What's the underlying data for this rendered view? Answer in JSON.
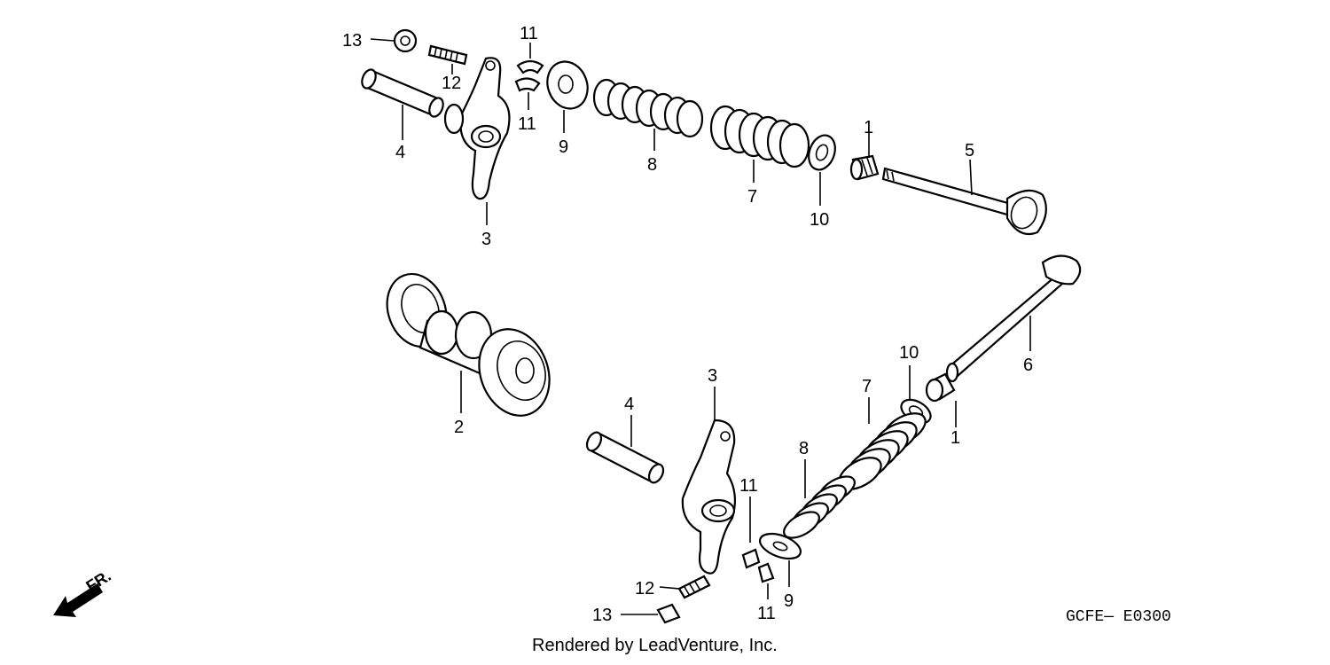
{
  "diagram": {
    "diagram_code": "GCFE— E0300",
    "credit": "Rendered by LeadVenture, Inc.",
    "front_marker": "FR.",
    "callouts": [
      {
        "id": "c13a",
        "text": "13"
      },
      {
        "id": "c12a",
        "text": "12"
      },
      {
        "id": "c11a",
        "text": "11"
      },
      {
        "id": "c11b",
        "text": "11"
      },
      {
        "id": "c4a",
        "text": "4"
      },
      {
        "id": "c9a",
        "text": "9"
      },
      {
        "id": "c8a",
        "text": "8"
      },
      {
        "id": "c7a",
        "text": "7"
      },
      {
        "id": "c3a",
        "text": "3"
      },
      {
        "id": "c1a",
        "text": "1"
      },
      {
        "id": "c5",
        "text": "5"
      },
      {
        "id": "c10a",
        "text": "10"
      },
      {
        "id": "c6",
        "text": "6"
      },
      {
        "id": "c10b",
        "text": "10"
      },
      {
        "id": "c1b",
        "text": "1"
      },
      {
        "id": "c7b",
        "text": "7"
      },
      {
        "id": "c2",
        "text": "2"
      },
      {
        "id": "c4b",
        "text": "4"
      },
      {
        "id": "c3b",
        "text": "3"
      },
      {
        "id": "c8b",
        "text": "8"
      },
      {
        "id": "c11c",
        "text": "11"
      },
      {
        "id": "c12b",
        "text": "12"
      },
      {
        "id": "c9b",
        "text": "9"
      },
      {
        "id": "c11d",
        "text": "11"
      },
      {
        "id": "c13b",
        "text": "13"
      }
    ]
  }
}
